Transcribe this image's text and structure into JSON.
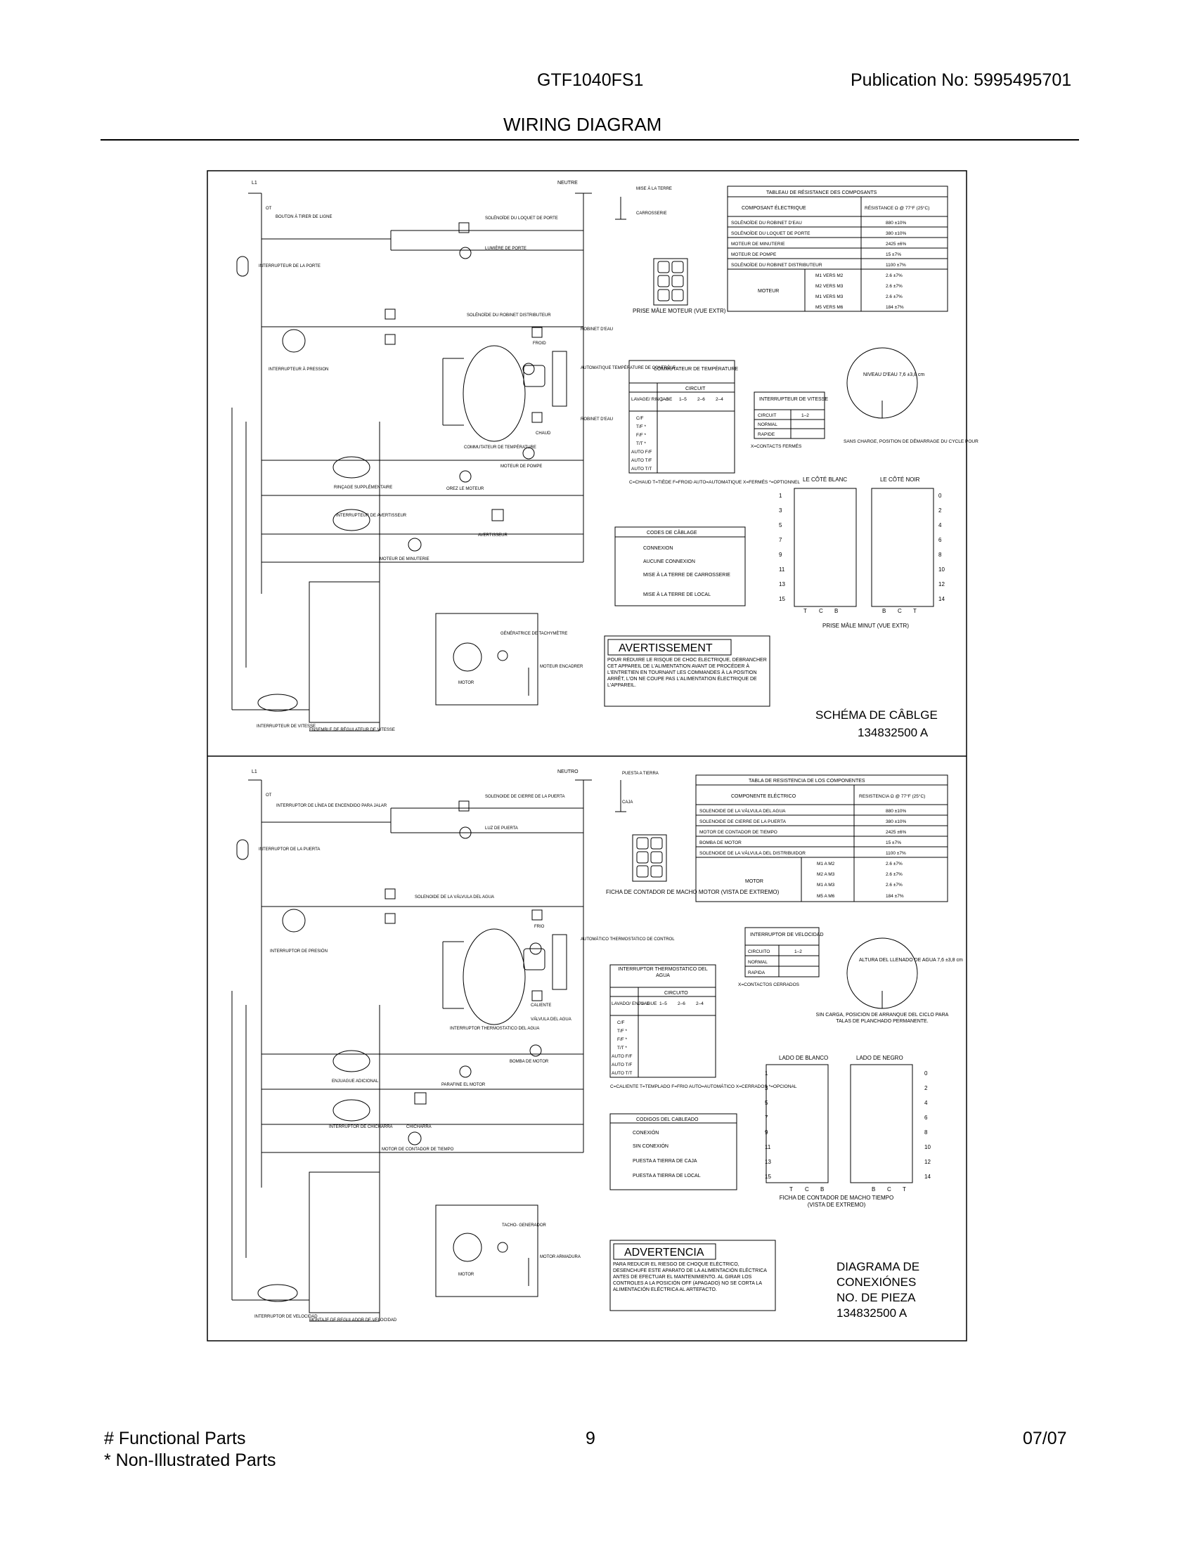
{
  "header": {
    "model": "GTF1040FS1",
    "publication": "Publication No:  5995495701",
    "title": "WIRING DIAGRAM"
  },
  "footer": {
    "note1": "# Functional Parts",
    "note2": "* Non-Illustrated Parts",
    "page": "9",
    "date": "07/07"
  },
  "fr": {
    "l1": "L1",
    "neutre": "NEUTRE",
    "ot": "OT",
    "bouton": "BOUTON À TIRER DE LIGNE",
    "mise_terre": "MISE À LA TERRE",
    "carrosserie": "CARROSSERIE",
    "sol_loquet": "SOLÉNOÏDE DU LOQUET DE PORTE",
    "lumiere": "LUMIÈRE DE PORTE",
    "int_porte": "INTERRUPTEUR DE LA PORTE",
    "sol_dist": "SOLÉNOÏDE DU ROBINET DISTRIBUTEUR",
    "robinet": "ROBINET D'EAU",
    "froid": "FROID",
    "chaud": "CHAUD",
    "auto_temp": "AUTOMATIQUE TEMPÉRATURE DE CONTRÔLE",
    "int_pression": "INTERRUPTEUR À PRESSION",
    "comm_temp": "COMMUTATEUR DE TEMPÉRATURE",
    "moteur_pompe": "MOTEUR DE POMPE",
    "rincage": "RINÇAGE SUPPLÉMENTAIRE",
    "orez": "OREZ LE MOTEUR",
    "int_avert": "INTERRUPTEUR DE AVERTISSEUR",
    "avertisseur": "AVERTISSEUR",
    "moteur_min": "MOTEUR DE MINUTERIE",
    "int_vitesse": "INTERRUPTEUR DE VITESSE",
    "ensemble": "ENSEMBLE DE RÉGULATEUR DE VITESSE",
    "generatrice": "GÉNÉRATRICE DE TACHYMÈTRE",
    "motor": "MOTOR",
    "moteur_enc": "MOTEUR ENCADRER",
    "prise_moteur": "PRISE MÂLE MOTEUR (VUE EXTR)",
    "res_title": "TABLEAU DE RÉSISTANCE DES COMPOSANTS",
    "res_h1": "COMPOSANT ÉLECTRIQUE",
    "res_h2": "RÉSISTANCE Ω @ 77°F (25°C)",
    "res_rows": [
      [
        "SOLÉNOÏDE DU ROBINET D'EAU",
        "880 ±10%"
      ],
      [
        "SOLÉNOÏDE DU LOQUET DE PORTE",
        "380 ±10%"
      ],
      [
        "MOTEUR DE MINUTERIE",
        "2425 ±6%"
      ],
      [
        "MOTEUR DE POMPE",
        "15 ±7%"
      ],
      [
        "SOLÉNOÏDE DU ROBINET DISTRIBUTEUR",
        "1100 ±7%"
      ]
    ],
    "res_motor": "MOTEUR",
    "res_motor_rows": [
      [
        "M1 VERS M2",
        "2.6 ±7%"
      ],
      [
        "M2 VERS M3",
        "2.6 ±7%"
      ],
      [
        "M1 VERS M3",
        "2.6 ±7%"
      ],
      [
        "M5 VERS M6",
        "184 ±7%"
      ]
    ],
    "comm_title": "COMMUTATEUR DE TEMPÉRATURE",
    "circuit": "CIRCUIT",
    "lavage": "LAVAGE/ RINÇAGE",
    "cols": [
      "1–3",
      "1–5",
      "2–6",
      "2–4"
    ],
    "comm_rows": [
      "C/F",
      "T/F *",
      "F/F *",
      "T/T *",
      "AUTO F/F",
      "AUTO T/F",
      "AUTO T/T"
    ],
    "comm_legend": "C=CHAUD  T=TIÈDE  F=FROID AUTO=AUTOMATIQUE  X=FERMÉS *=OPTIONNEL",
    "vit_title": "INTERRUPTEUR DE VITESSE",
    "vit_circ": "CIRCUIT",
    "vit_12": "1–2",
    "vit_rows": [
      "NORMAL",
      "RAPIDE"
    ],
    "vit_legend": "X=CONTACTS FERMÉS",
    "niveau": "NIVEAU D'EAU 7,6 ±3,8 cm",
    "sans_charge": "SANS CHARGE, POSITION DE DÉMARRAGE DU CYCLE POUR",
    "blanc": "LE CÔTÉ BLANC",
    "noir": "LE CÔTÉ NOIR",
    "prise_minut": "PRISE MÂLE MINUT (VUE EXTR)",
    "codes_title": "CODES DE CÂBLAGE",
    "codes": [
      "CONNEXION",
      "AUCUNE CONNEXION",
      "MISE À LA TERRE DE CARROSSERIE",
      "MISE À LA TERRE DE LOCAL"
    ],
    "warn": "AVERTISSEMENT",
    "warn_text": "POUR RÉDUIRE LE RISQUE DE CHOC ÉLECTRIQUE, DÉBRANCHER CET APPAREIL DE L'ALIMENTATION AVANT DE PROCÉDER À L'ENTRETIEN EN TOURNANT LES COMMANDES À LA POSITION ARRÊT, L'ON NE COUPE PAS L'ALIMENTATION ÉLECTRIQUE DE L'APPAREIL.",
    "schema": "SCHÉMA DE CÂBLGE",
    "part": "134832500  A"
  },
  "es": {
    "l1": "L1",
    "neutro": "NEUTRO",
    "ot": "OT",
    "int_linea": "INTERRUPTOR DE LÍNEA DE ENCENDIDO PARA JALAR",
    "puesta": "PUESTA A TIERRA",
    "caja": "CAJA",
    "sol_cierre": "SOLENOIDE DE CIERRE DE LA PUERTA",
    "luz": "LUZ DE PUERTA",
    "int_puerta": "INTERRUPTOR DE LA PUERTA",
    "sol_valv": "SOLENOIDE DE LA VÁLVULA DEL AGUA",
    "frio": "FRIO",
    "caliente": "CALIENTE",
    "valvula": "VÁLVULA DEL AGUA",
    "auto_term": "AUTOMÁTICO THERMOSTATICO DE CONTROL",
    "int_presion": "INTERRUPTOR DE PRESIÓN",
    "int_termo": "INTERRUPTOR THERMOSTATICO DEL AGUA",
    "bomba": "BOMBA DE MOTOR",
    "enjuague": "ENJUAGUE ADICIONAL",
    "parafine": "PARAFINE EL MOTOR",
    "int_chicharra": "INTERRUPTOR DE CHICHARRA",
    "chicharra": "CHICHARRA",
    "motor_contador": "MOTOR DE CONTADOR DE TIEMPO",
    "int_velocidad": "INTERRUPTOR DE VELOCIDAD",
    "montaje": "MONTAJE DE REGULADOR DE VELOCIDAD",
    "tacho": "TACHO- GENERADOR",
    "motor": "MOTOR",
    "motor_arm": "MOTOR ARMADURA",
    "ficha_motor": "FICHA DE CONTADOR DE MACHO MOTOR (VISTA DE EXTREMO)",
    "res_title": "TABLA DE RESISTENCIA DE LOS COMPONENTES",
    "res_h1": "COMPONENTE ELÉCTRICO",
    "res_h2": "RESISTENCIA Ω @ 77°F (25°C)",
    "res_rows": [
      [
        "SOLENOIDE DE LA VÁLVULA DEL AGUA",
        "880 ±10%"
      ],
      [
        "SOLENOIDE DE CIERRE DE LA PUERTA",
        "380 ±10%"
      ],
      [
        "MOTOR DE CONTADOR DE TIEMPO",
        "2425 ±6%"
      ],
      [
        "BOMBA DE MOTOR",
        "15 ±7%"
      ],
      [
        "SOLENOIDE DE LA VÁLVULA DEL DISTRIBUIDOR",
        "1100 ±7%"
      ]
    ],
    "res_motor": "MOTOR",
    "res_motor_rows": [
      [
        "M1 A M2",
        "2.6 ±7%"
      ],
      [
        "M2 A M3",
        "2.6 ±7%"
      ],
      [
        "M1 A M3",
        "2.6 ±7%"
      ],
      [
        "M5 A M6",
        "184 ±7%"
      ]
    ],
    "term_title": "INTERRUPTOR THERMOSTATICO DEL AGUA",
    "circuito": "CIRCUITO",
    "lavado": "LAVADO/ ENJUAGUE",
    "cols": [
      "1–3",
      "1–5",
      "2–6",
      "2–4"
    ],
    "term_rows": [
      "C/F",
      "T/F *",
      "F/F *",
      "T/T *",
      "AUTO F/F",
      "AUTO T/F",
      "AUTO T/T"
    ],
    "term_legend": "C=CALIENTE  T=TEMPLADO  F=FRIO AUTO=AUTOMÁTICO  X=CERRADOS *=OPCIONAL",
    "vel_title": "INTERRUPTOR DE VELOCIDAD",
    "vel_circ": "CIRCUITO",
    "vel_12": "1–2",
    "vel_rows": [
      "NORMAL",
      "RAPIDA"
    ],
    "vel_legend": "X=CONTACTOS CERRADOS",
    "altura": "ALTURA DEL LLENADO DE AGUA 7,6 ±3,8 cm",
    "sin_carga": "SIN CARGA, POSICIÓN DE ARRANQUE DEL CICLO PARA TALAS DE PLANCHADO PERMANENTE.",
    "blanco": "LADO DE BLANCO",
    "negro": "LADO DE NEGRO",
    "ficha_tiempo": "FICHA DE CONTADOR DE MACHO TIEMPO (VISTA DE EXTREMO)",
    "codigos_title": "CODIGOS DEL CABLEADO",
    "codigos": [
      "CONEXIÓN",
      "SIN CONEXIÓN",
      "PUESTA A TIERRA DE CAJA",
      "PUESTA A TIERRA DE LOCAL"
    ],
    "warn": "ADVERTENCIA",
    "warn_text": "PARA REDUCIR EL RIESGO DE CHOQUE ELÉCTRICO, DESENCHUFE ESTE APARATO DE LA ALIMENTACIÓN ELÉCTRICA ANTES DE EFECTUAR EL MANTENIMIENTO. AL GIRAR LOS CONTROLES A LA POSICIÓN OFF (APAGADO) NO SE CORTA LA ALIMENTACIÓN ELÉCTRICA AL ARTEFACTO.",
    "diagrama": [
      "DIAGRAMA DE",
      "CONEXIÓNES",
      "NO. DE PIEZA",
      "134832500  A"
    ]
  },
  "pins_left": [
    "1",
    "3",
    "5",
    "7",
    "9",
    "11",
    "13",
    "15"
  ],
  "pins_right": [
    "0",
    "2",
    "4",
    "6",
    "8",
    "10",
    "12",
    "14"
  ],
  "tcb": [
    "T",
    "C",
    "B"
  ],
  "bct": [
    "B",
    "C",
    "T"
  ]
}
